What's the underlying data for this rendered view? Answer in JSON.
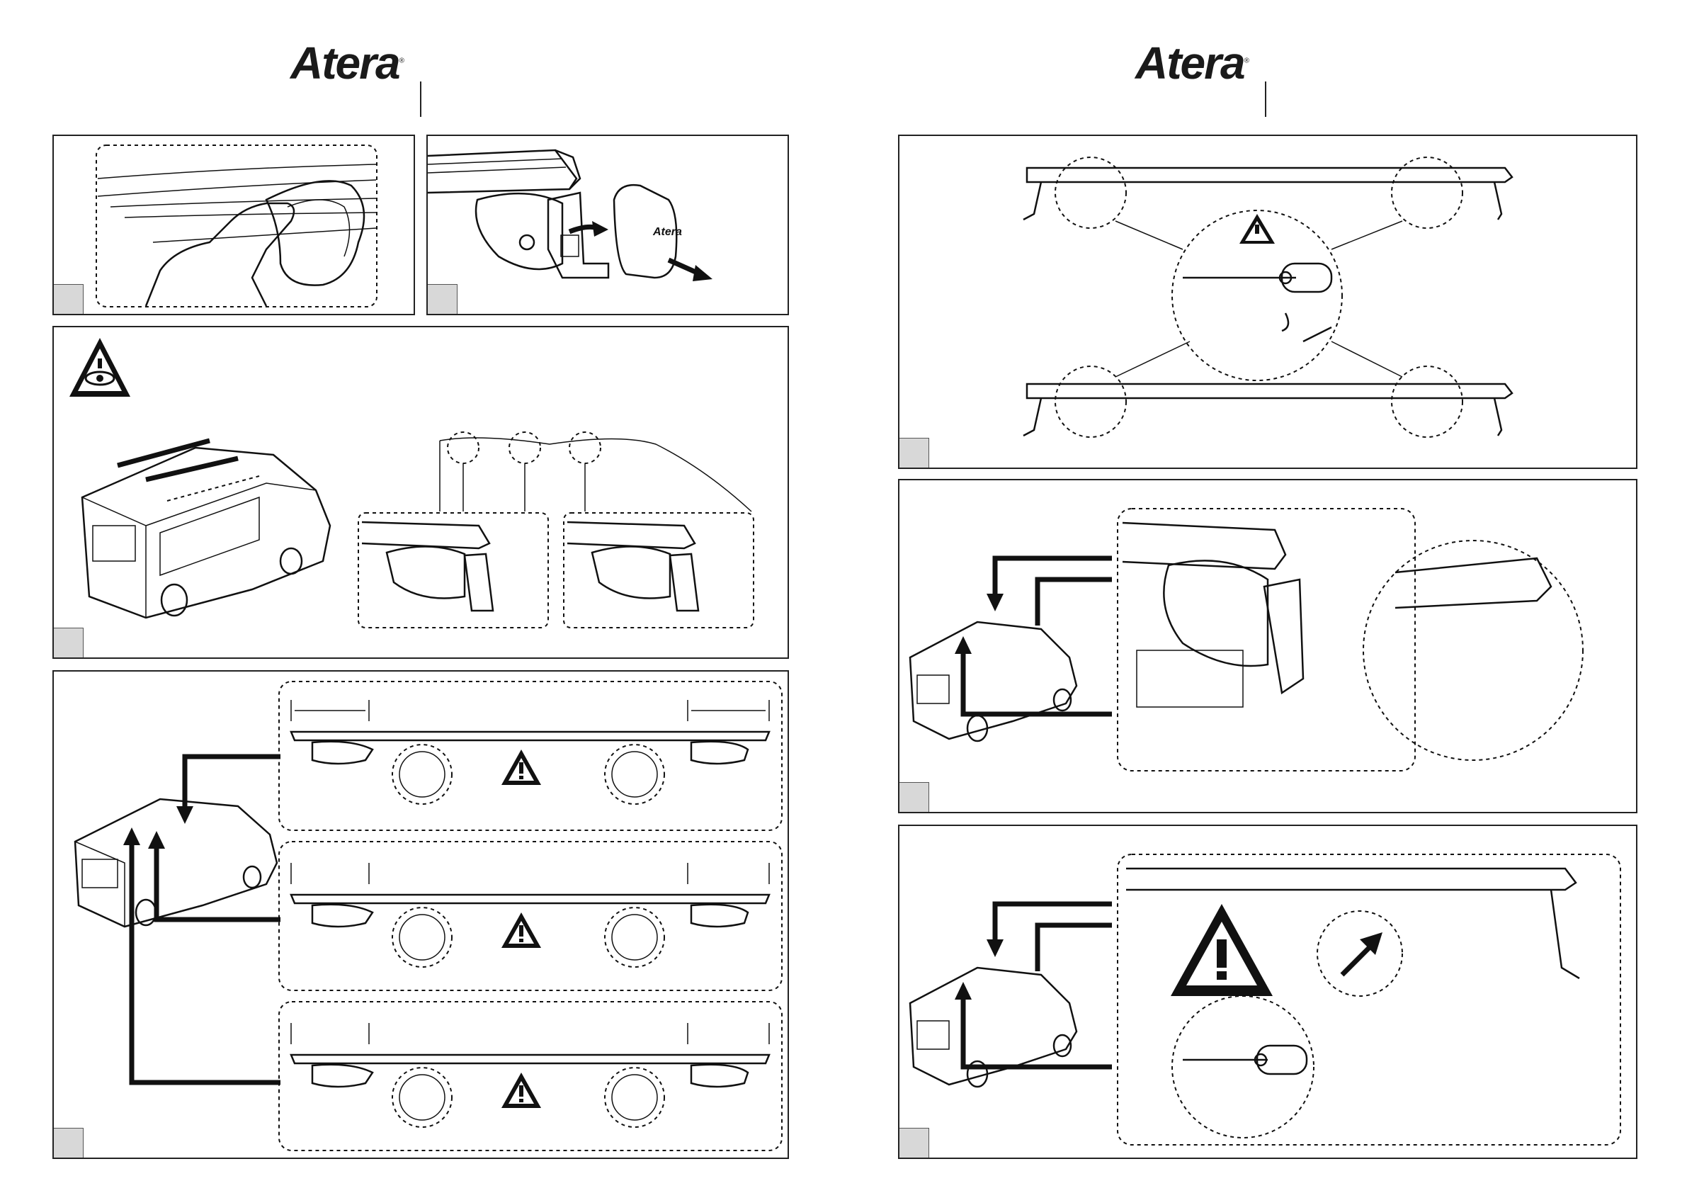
{
  "brand": {
    "left_logo": "Atera",
    "right_logo": "Atera",
    "registered": "®"
  },
  "decals": {
    "foot_cover_logo": "Atera"
  },
  "steps": [
    {
      "id": "p1",
      "label": ""
    },
    {
      "id": "p2",
      "label": ""
    },
    {
      "id": "p3",
      "label": ""
    },
    {
      "id": "p4",
      "label": ""
    },
    {
      "id": "p5",
      "label": ""
    },
    {
      "id": "p6",
      "label": ""
    },
    {
      "id": "p7",
      "label": ""
    }
  ],
  "icons": {
    "warning": "warning-triangle-icon",
    "eye_warning": "eye-warning-icon",
    "arrow": "arrow-icon",
    "rotate": "rotate-icon",
    "hex_key": "hex-key-icon"
  },
  "colors": {
    "ink": "#111111",
    "step_box": "#d8d8d8",
    "paper": "#ffffff"
  }
}
